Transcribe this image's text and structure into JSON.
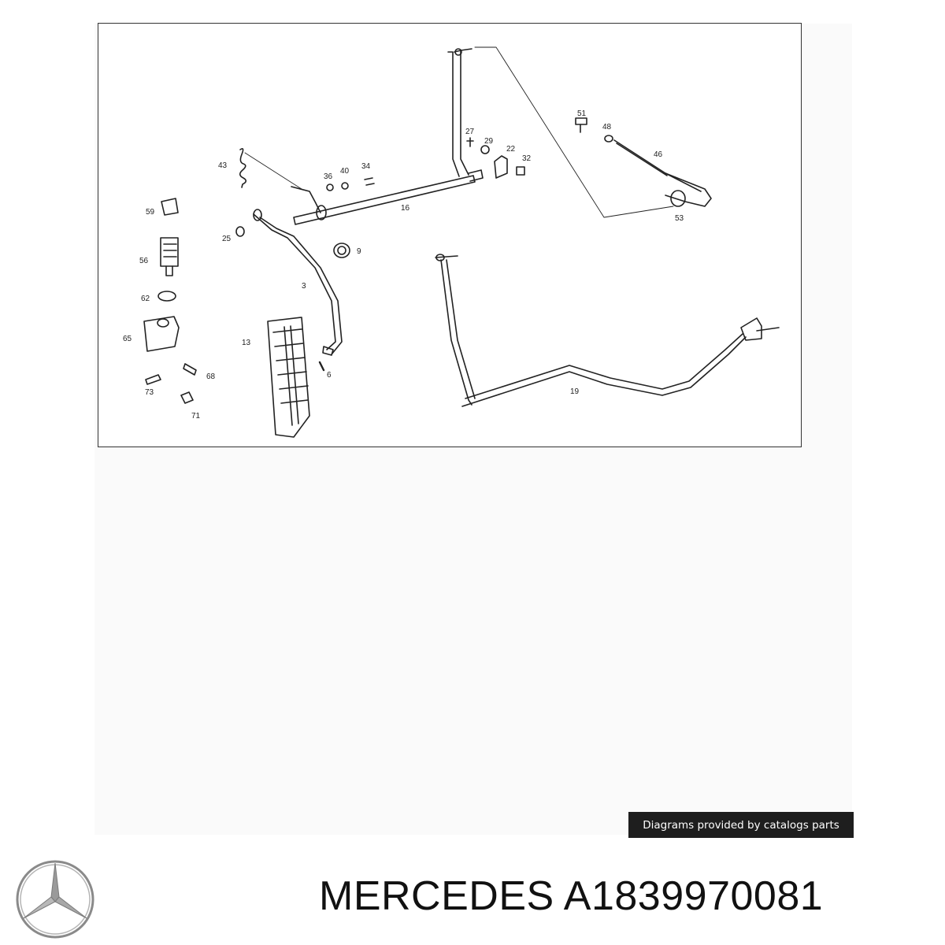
{
  "diagram": {
    "part_numbers": [
      "51",
      "48",
      "46",
      "27",
      "29",
      "22",
      "32",
      "43",
      "36",
      "40",
      "34",
      "16",
      "59",
      "25",
      "9",
      "56",
      "3",
      "62",
      "65",
      "13",
      "6",
      "68",
      "73",
      "71",
      "19",
      "53"
    ]
  },
  "banner": {
    "text": "Diagrams provided by catalogs parts"
  },
  "brand": {
    "logo_icon": "mercedes-star-icon",
    "logo_color": "#8a8a8a"
  },
  "title": {
    "text": "MERCEDES A1839970081"
  }
}
